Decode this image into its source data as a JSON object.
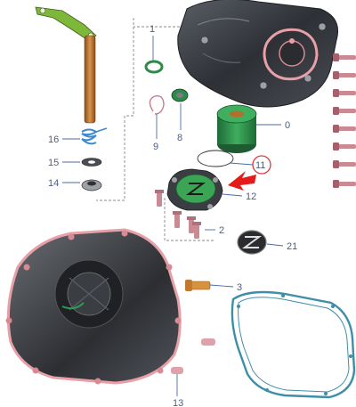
{
  "diagram": {
    "callouts": {
      "c1": "1",
      "c3": "3",
      "c8": "8",
      "c9": "9",
      "c11": "11",
      "c12": "12",
      "c13": "13",
      "c14": "14",
      "c15": "15",
      "c16": "16",
      "c21": "21",
      "c0": "0",
      "c2": "2"
    },
    "colors": {
      "cover": "#3a3d42",
      "cover_outline": "#e8a0a8",
      "gasket": "#3d8ea8",
      "filter_green": "#2e8a4a",
      "oil_cap_green": "#3aa655",
      "shaft": "#c77a2e",
      "spring": "#3d8ad0",
      "highlight_arrow": "#e41b1b",
      "circle_mark": "#d8383a"
    }
  }
}
